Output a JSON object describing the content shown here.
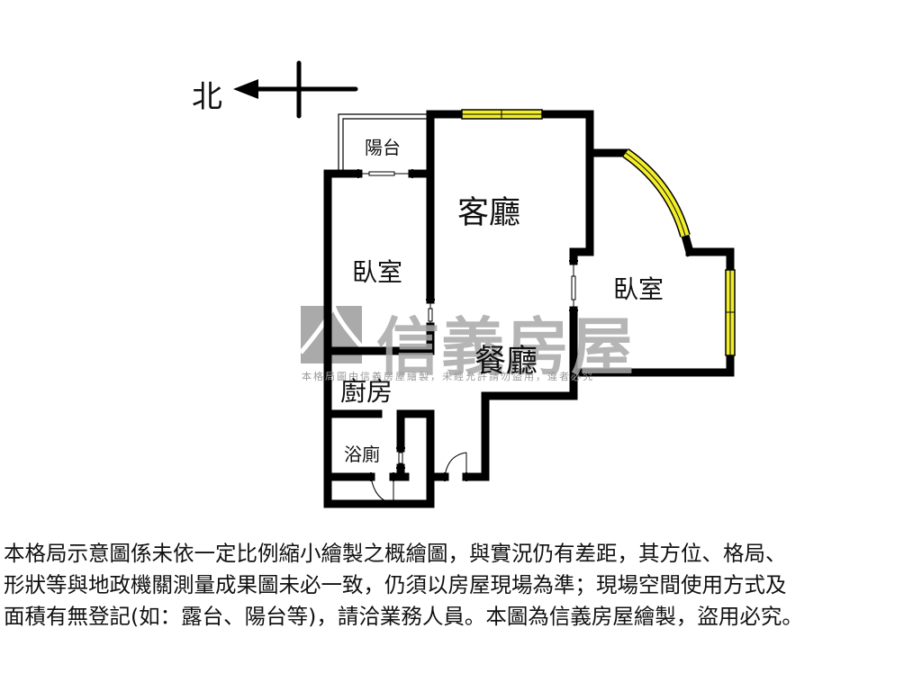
{
  "compass": {
    "label": "北",
    "direction": "left"
  },
  "rooms": {
    "balcony": "陽台",
    "living_room": "客廳",
    "bedroom_west": "臥室",
    "bedroom_east": "臥室",
    "dining_room": "餐廳",
    "kitchen": "廚房",
    "bathroom": "浴廁"
  },
  "watermark": {
    "brand": "信義房屋",
    "notice": "本格局圖由信義房屋繪製，未經允許請勿盜用，違者必究"
  },
  "colors": {
    "wall": "#000000",
    "window_fill": "#f2ee2a",
    "watermark_gray": "#a9a9a9",
    "background": "#ffffff"
  },
  "disclaimer": {
    "line1": "本格局示意圖係未依一定比例縮小繪製之概繪圖，與實況仍有差距，其方位、格局、",
    "line2": "形狀等與地政機關測量成果圖未必一致，仍須以房屋現場為準；現場空間使用方式及",
    "line3": "面積有無登記(如：露台、陽台等)，請洽業務人員。本圖為信義房屋繪製，盜用必究。"
  }
}
